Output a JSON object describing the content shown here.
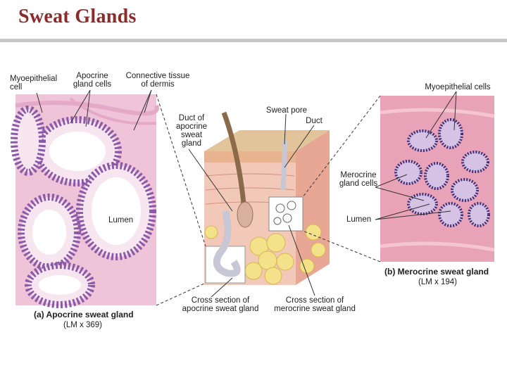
{
  "page": {
    "title": "Sweat Glands"
  },
  "figure": {
    "panel_a": {
      "labels": {
        "myoepithelial": "Myoepithelial cell",
        "apocrine_cells": "Apocrine gland cells",
        "connective": "Connective tissue of dermis",
        "lumen": "Lumen"
      },
      "caption": "(a) Apocrine sweat gland",
      "magnification": "(LM x 369)"
    },
    "center": {
      "labels": {
        "duct_apocrine": "Duct of apocrine sweat gland",
        "sweat_pore": "Sweat pore",
        "duct": "Duct",
        "cross_apocrine": "Cross section of apocrine sweat gland",
        "cross_merocrine": "Cross section of merocrine sweat gland"
      }
    },
    "panel_b": {
      "labels": {
        "myoepithelial_cells": "Myoepithelial cells",
        "merocrine_cells": "Merocrine gland cells",
        "lumen": "Lumen"
      },
      "caption": "(b) Merocrine sweat gland",
      "magnification": "(LM x 194)"
    },
    "colors": {
      "title": "#8b2b2b",
      "tissue_pink": "#e9b7cf",
      "nuclei": "#3a2f7a",
      "block_skin": "#f2c9b9",
      "block_dermis": "#e8a694",
      "fat": "#f4e28a"
    }
  }
}
